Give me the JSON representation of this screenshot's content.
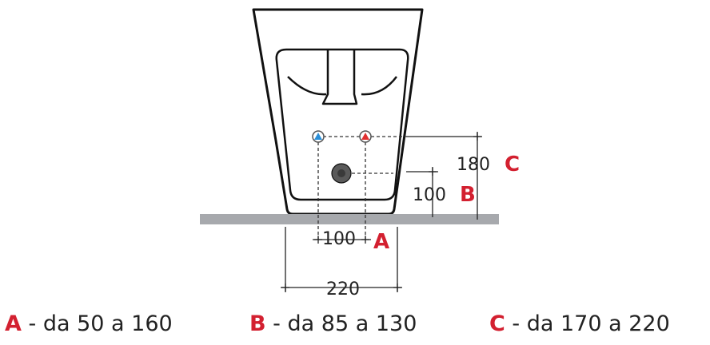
{
  "dimensions": {
    "a_value": "100",
    "a_letter": "A",
    "b_value": "100",
    "b_letter": "B",
    "c_value": "180",
    "c_letter": "C",
    "width_value": "220"
  },
  "legend": [
    {
      "letter": "A",
      "text": " - da 50 a 160"
    },
    {
      "letter": "B",
      "text": " - da 85 a 130"
    },
    {
      "letter": "C",
      "text": " - da 170 a 220"
    }
  ],
  "colors": {
    "accent": "#d32030",
    "cold_valve": "#2a8fd8",
    "hot_valve": "#e03030",
    "floor": "#a7a9ad"
  }
}
